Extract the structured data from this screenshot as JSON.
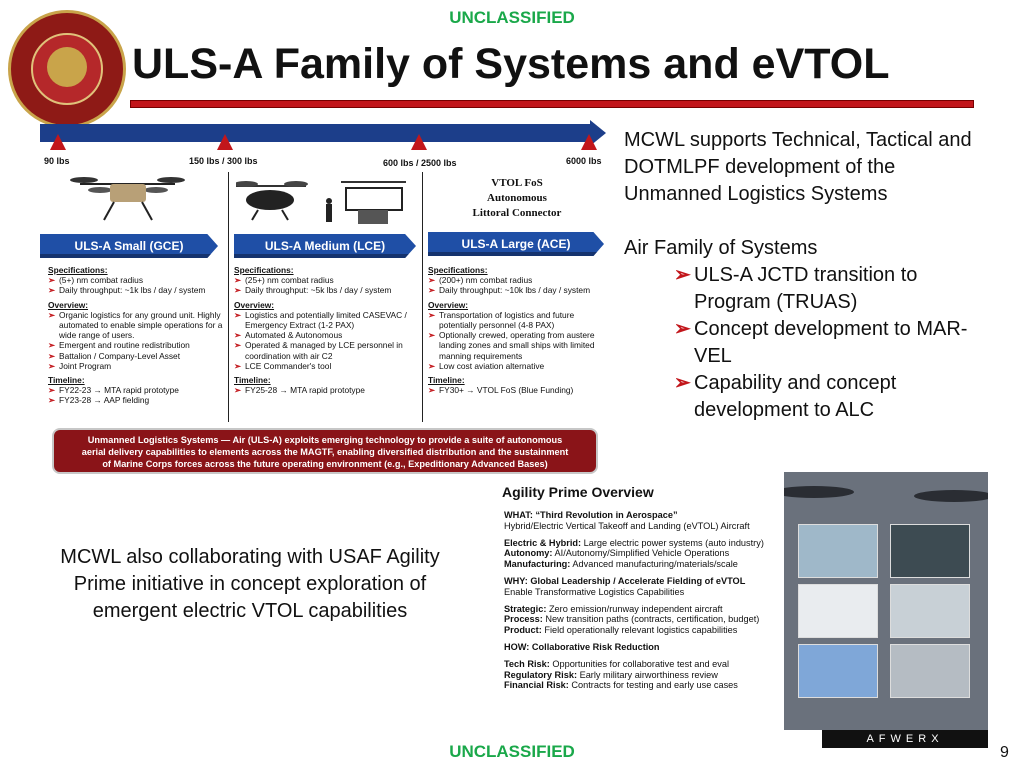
{
  "classification_top": "UNCLASSIFIED",
  "classification_bottom": "UNCLASSIFIED",
  "title": "ULS-A Family of Systems and eVTOL",
  "weights": [
    "90 lbs",
    "150 lbs / 300 lbs",
    "600 lbs / 2500 lbs",
    "6000 lbs"
  ],
  "vtol_caption": [
    "VTOL FoS",
    "Autonomous",
    "Littoral Connector"
  ],
  "columns": [
    {
      "banner": "ULS-A Small (GCE)",
      "spec_head": "Specifications:",
      "specs": [
        "(5+) nm combat radius",
        "Daily throughput:  ~1k lbs / day / system"
      ],
      "overview_head": "Overview:",
      "overview": [
        "Organic logistics for any ground unit.  Highly automated to enable simple operations for a wide range of users.",
        "Emergent and routine redistribution",
        "Battalion / Company-Level Asset",
        "Joint Program"
      ],
      "timeline_head": "Timeline:",
      "timeline": [
        "FY22-23 → MTA rapid prototype",
        "FY23-28 → AAP fielding"
      ]
    },
    {
      "banner": "ULS-A Medium (LCE)",
      "spec_head": "Specifications:",
      "specs": [
        "(25+) nm combat radius",
        "Daily throughput:  ~5k lbs / day / system"
      ],
      "overview_head": "Overview:",
      "overview": [
        "Logistics and potentially limited CASEVAC / Emergency Extract (1-2 PAX)",
        "Automated & Autonomous",
        "Operated & managed by LCE personnel in coordination with air C2",
        "LCE Commander's tool"
      ],
      "timeline_head": "Timeline:",
      "timeline": [
        "FY25-28 → MTA rapid prototype"
      ]
    },
    {
      "banner": "ULS-A Large (ACE)",
      "spec_head": "Specifications:",
      "specs": [
        "(200+) nm combat radius",
        "Daily throughput:  ~10k lbs / day / system"
      ],
      "overview_head": "Overview:",
      "overview": [
        "Transportation of logistics and future potentially personnel (4-8 PAX)",
        "Optionally crewed, operating from austere landing zones and small ships with limited manning requirements",
        "Low cost aviation alternative"
      ],
      "timeline_head": "Timeline:",
      "timeline": [
        "FY30+ → VTOL FoS (Blue Funding)"
      ]
    }
  ],
  "summary": [
    "Unmanned Logistics Systems — Air (ULS-A) exploits emerging technology to provide a suite of autonomous",
    "aerial delivery capabilities to elements across the MAGTF,  enabling diversified distribution and the sustainment",
    "of Marine Corps forces across the future operating environment (e.g., Expeditionary Advanced Bases)"
  ],
  "right_intro": "MCWL supports Technical, Tactical and DOTMLPF development of the Unmanned Logistics Systems",
  "right_heading": "Air Family of Systems",
  "right_items": [
    "ULS-A JCTD transition to Program (TRUAS)",
    "Concept development to MAR-VEL",
    "Capability and concept development to ALC"
  ],
  "left_text": "MCWL also collaborating with USAF Agility Prime initiative in concept exploration of emergent electric VTOL capabilities",
  "agility": {
    "title": "Agility Prime Overview",
    "what_label": "WHAT: “Third Revolution in Aerospace”",
    "what_text": "Hybrid/Electric Vertical Takeoff and Landing (eVTOL) Aircraft",
    "eh_label": "Electric & Hybrid:",
    "eh_text": " Large electric power systems (auto industry)",
    "auto_label": "Autonomy:",
    "auto_text": " AI/Autonomy/Simplified Vehicle Operations",
    "mfg_label": "Manufacturing:",
    "mfg_text": " Advanced manufacturing/materials/scale",
    "why_label": "WHY: Global Leadership / Accelerate Fielding of eVTOL",
    "why_text": "Enable Transformative Logistics Capabilities",
    "strat_label": "Strategic:",
    "strat_text": " Zero emission/runway independent aircraft",
    "proc_label": "Process:",
    "proc_text": " New transition paths (contracts, certification, budget)",
    "prod_label": "Product:",
    "prod_text": " Field operationally relevant logistics capabilities",
    "how_label": "HOW: Collaborative Risk Reduction",
    "tech_label": "Tech Risk:",
    "tech_text": " Opportunities for collaborative test and eval",
    "reg_label": "Regulatory Risk:",
    "reg_text": " Early military airworthiness review",
    "fin_label": "Financial Risk:",
    "fin_text": " Contracts for testing and early use cases"
  },
  "afwerx_logo": "AFWERX",
  "page_number": "9",
  "colors": {
    "classification": "#1aa84a",
    "banner_blue": "#1f4fa6",
    "accent_red": "#c2161b",
    "summary_red": "#8a1418"
  }
}
